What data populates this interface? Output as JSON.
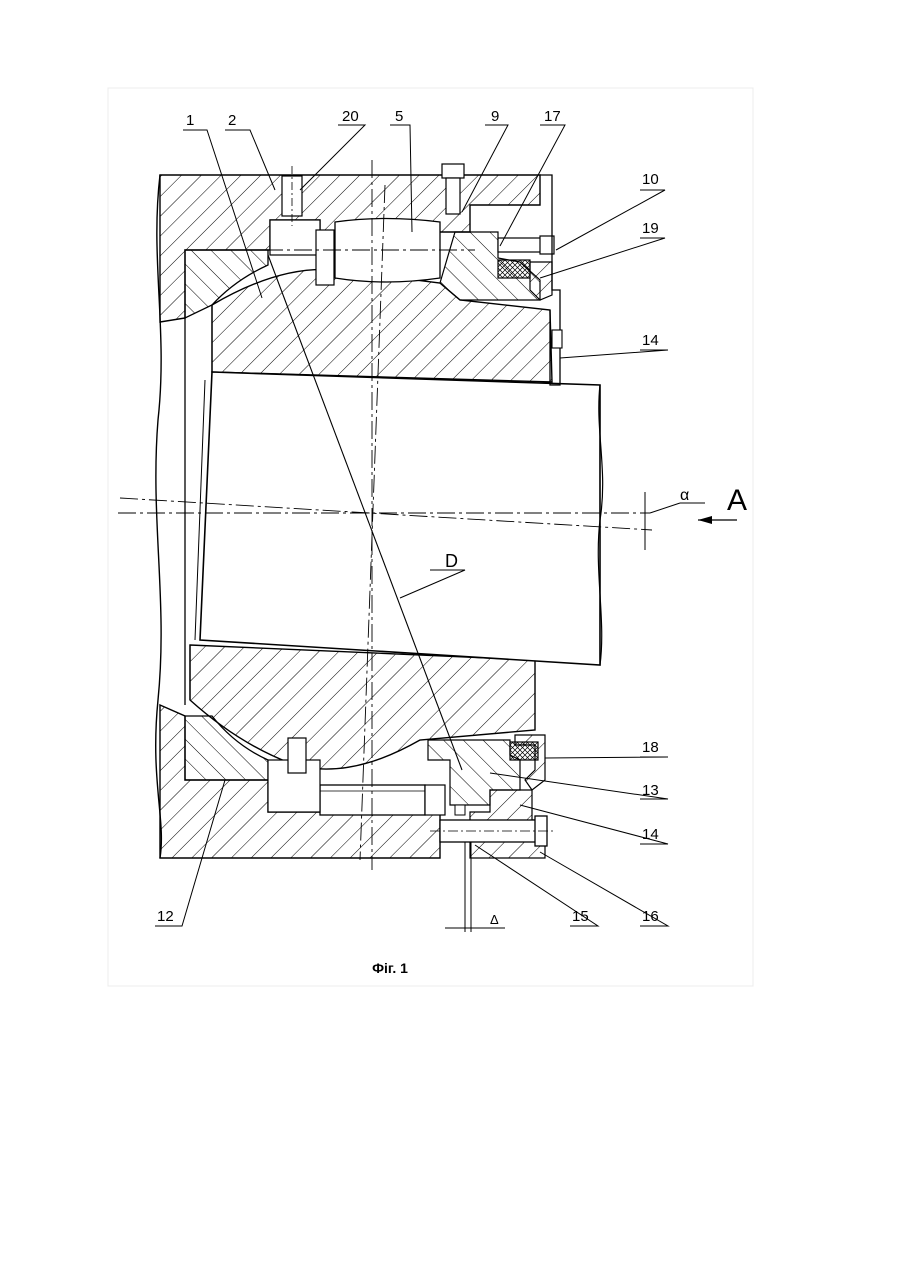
{
  "figure": {
    "caption": "Фіг. 1",
    "part_labels": [
      "1",
      "2",
      "20",
      "5",
      "9",
      "17",
      "10",
      "19",
      "14",
      "18",
      "13",
      "14",
      "16",
      "15",
      "12"
    ],
    "symbols": {
      "angle": "α",
      "view": "A",
      "diameter": "D",
      "gap": "Δ"
    }
  }
}
